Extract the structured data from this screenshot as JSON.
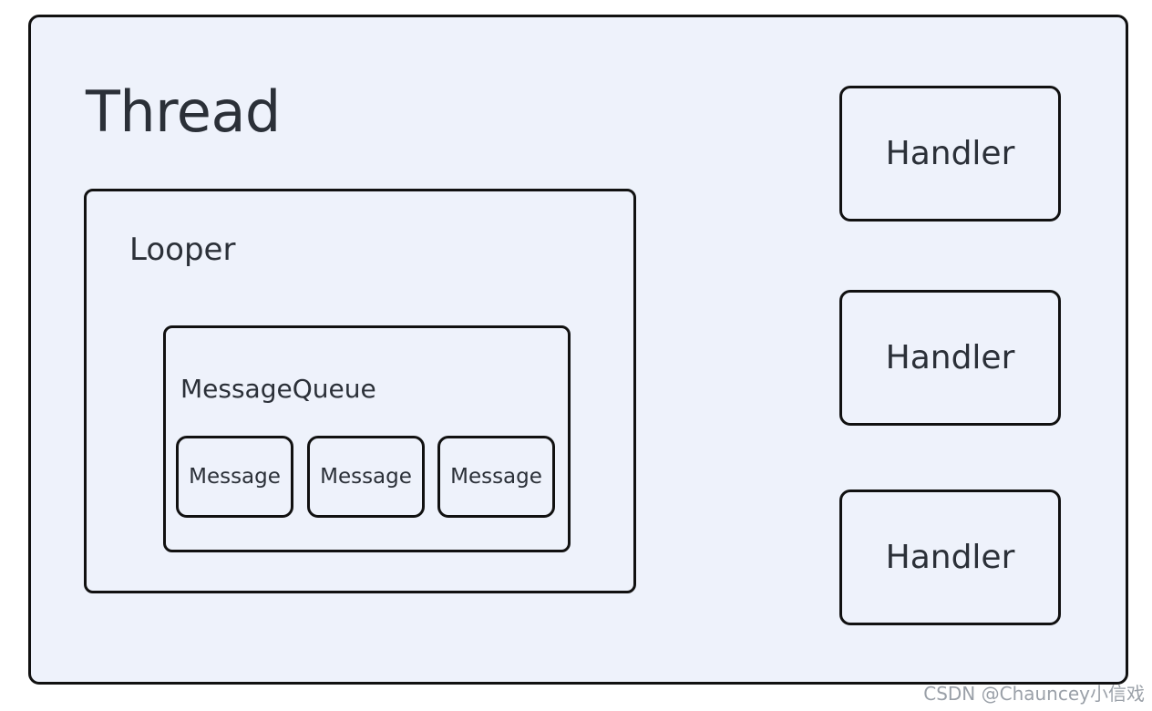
{
  "thread": {
    "title": "Thread"
  },
  "looper": {
    "label": "Looper"
  },
  "message_queue": {
    "label": "MessageQueue",
    "messages": [
      "Message",
      "Message",
      "Message"
    ]
  },
  "handlers": [
    "Handler",
    "Handler",
    "Handler"
  ],
  "watermark": {
    "text": "CSDN @Chauncey小信戏"
  }
}
